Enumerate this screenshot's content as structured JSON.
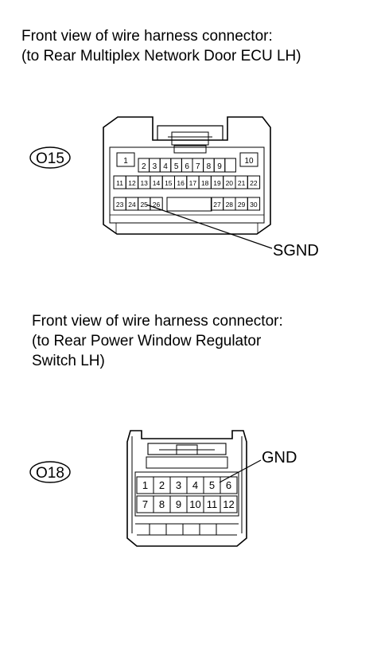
{
  "connector_1": {
    "caption": "Front view of wire harness connector:\n(to Rear Multiplex Network Door ECU LH)",
    "code": "O15",
    "callout_label": "SGND",
    "pins_row1": [
      "1",
      "2",
      "3",
      "4",
      "5",
      "6",
      "7",
      "8",
      "9",
      "10"
    ],
    "pins_row2": [
      "11",
      "12",
      "13",
      "14",
      "15",
      "16",
      "17",
      "18",
      "19",
      "20",
      "21",
      "22"
    ],
    "pins_row3_left": [
      "23",
      "24",
      "25",
      "26"
    ],
    "pins_row3_right": [
      "27",
      "28",
      "29",
      "30"
    ]
  },
  "connector_2": {
    "caption": "Front view of wire harness connector:\n(to Rear Power Window Regulator\nSwitch LH)",
    "code": "O18",
    "callout_label": "GND",
    "pins_row1": [
      "1",
      "2",
      "3",
      "4",
      "5",
      "6"
    ],
    "pins_row2": [
      "7",
      "8",
      "9",
      "10",
      "11",
      "12"
    ]
  }
}
